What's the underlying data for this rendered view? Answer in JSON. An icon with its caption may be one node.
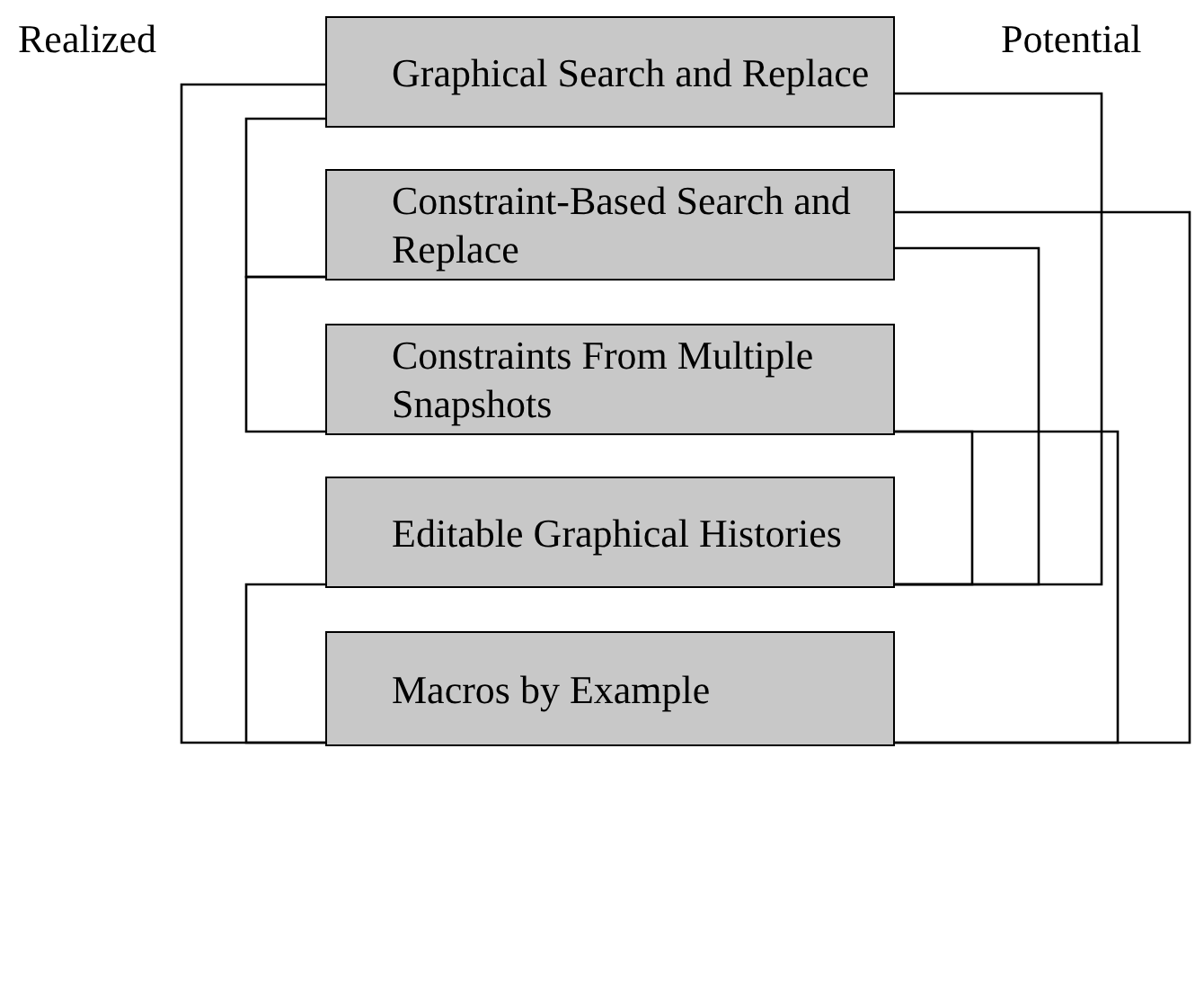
{
  "diagram": {
    "nodes": [
      {
        "text": [
          "Graphical Search and Replace"
        ]
      },
      {
        "text": [
          "Constraint-Based Search and Replace"
        ]
      },
      {
        "text": [
          "Constraints From Multiple Snapshots"
        ]
      },
      {
        "text": [
          "Editable Graphical Histories"
        ]
      },
      {
        "text": [
          "Macros by Example"
        ]
      }
    ],
    "edges": [
      {
        "from": 0,
        "to": 4,
        "arrow": "none"
      },
      {
        "from": 0,
        "to": 1,
        "arrow": "none"
      },
      {
        "from": 1,
        "to": 2,
        "arrow": "none"
      },
      {
        "from": 3,
        "to": 4,
        "arrow": "none"
      },
      {
        "from": 0,
        "to": 3,
        "arrow": "none"
      },
      {
        "from": 1,
        "to": 4,
        "arrow": "none"
      },
      {
        "from": 1,
        "to": 3,
        "arrow": "none"
      },
      {
        "from": 2,
        "to": 4,
        "arrow": "none"
      },
      {
        "from": 2,
        "to": 3,
        "arrow": "none"
      }
    ],
    "labels": [
      "Realized",
      "Potential"
    ]
  }
}
